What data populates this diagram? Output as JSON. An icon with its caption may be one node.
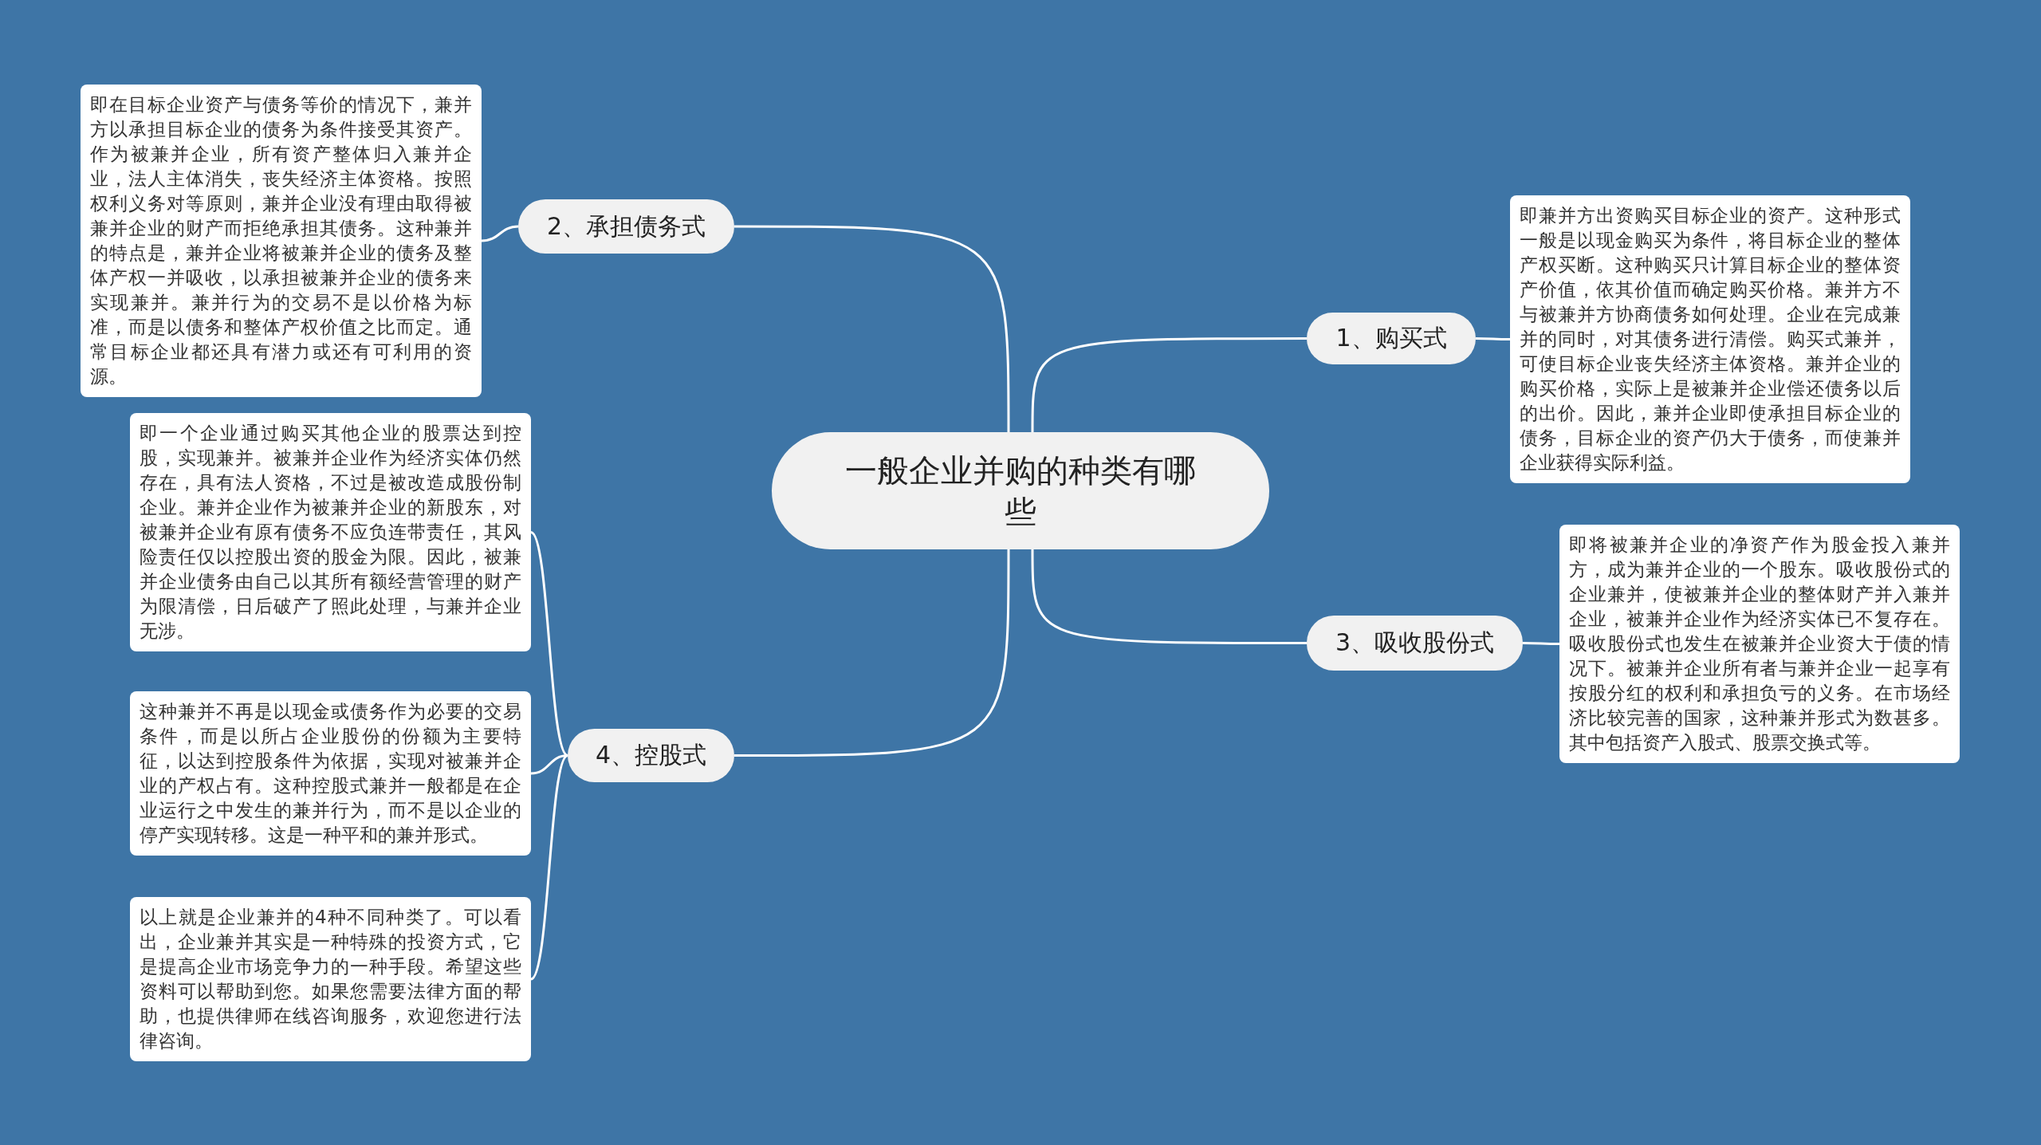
{
  "diagram": {
    "nodes": [
      {
        "text": [
          "一般企业并购的种类有哪些"
        ]
      },
      {
        "text": [
          "1、购买式"
        ]
      },
      {
        "text": [
          "即兼并方出资购买目标企业的资产。这种形式一般是以现金购买为条件，将目标企业的整体产权买断。这种购买只计算目标企业的整体资产价值，依其价值而确定购买价格。兼并方不与被兼并方协商债务如何处理。企业在完成兼并的同时，对其债务进行清偿。购买式兼并，可使目标企业丧失经济主体资格。兼并企业的购买价格，实际上是被兼并企业偿还债务以后的出价。因此，兼并企业即使承担目标企业的债务，目标企业的资产仍大于债务，而使兼并企业获得实际利益。"
        ]
      },
      {
        "text": [
          "2、承担债务式"
        ]
      },
      {
        "text": [
          "即在目标企业资产与债务等价的情况下，兼并方以承担目标企业的债务为条件接受其资产。作为被兼并企业，所有资产整体归入兼并企业，法人主体消失，丧失经济主体资格。按照权利义务对等原则，兼并企业没有理由取得被兼并企业的财产而拒绝承担其债务。这种兼并的特点是，兼并企业将被兼并企业的债务及整体产权一并吸收，以承担被兼并企业的债务来实现兼并。兼并行为的交易不是以价格为标准，而是以债务和整体产权价值之比而定。通常目标企业都还具有潜力或还有可利用的资源。"
        ]
      },
      {
        "text": [
          "3、吸收股份式"
        ]
      },
      {
        "text": [
          "即将被兼并企业的净资产作为股金投入兼并方，成为兼并企业的一个股东。吸收股份式的企业兼并，使被兼并企业的整体财产并入兼并企业，被兼并企业作为经济实体已不复存在。吸收股份式也发生在被兼并企业资大于债的情况下。被兼并企业所有者与兼并企业一起享有按股分红的权利和承担负亏的义务。在市场经济比较完善的国家，这种兼并形式为数甚多。其中包括资产入股式、股票交换式等。"
        ]
      },
      {
        "text": [
          "4、控股式"
        ]
      },
      {
        "text": [
          "即一个企业通过购买其他企业的股票达到控股，实现兼并。被兼并企业作为经济实体仍然存在，具有法人资格，不过是被改造成股份制企业。兼并企业作为被兼并企业的新股东，对被兼并企业有原有债务不应负连带责任，其风险责任仅以控股出资的股金为限。因此，被兼并企业债务由自己以其所有额经营管理的财产为限清偿，日后破产了照此处理，与兼并企业无涉。"
        ]
      },
      {
        "text": [
          "这种兼并不再是以现金或债务作为必要的交易条件，而是以所占企业股份的份额为主要特征，以达到控股条件为依据，实现对被兼并企业的产权占有。这种控股式兼并一般都是在企业运行之中发生的兼并行为，而不是以企业的停产实现转移。这是一种平和的兼并形式。"
        ]
      },
      {
        "text": [
          "以上就是企业兼并的4种不同种类了。可以看出，企业兼并其实是一种特殊的投资方式，它是提高企业市场竞争力的一种手段。希望这些资料可以帮助到您。如果您需要法律方面的帮助，也提供律师在线咨询服务，欢迎您进行法律咨询。"
        ]
      }
    ],
    "edges": [
      {
        "from": 0,
        "to": 1,
        "arrow": "none"
      },
      {
        "from": 1,
        "to": 2,
        "arrow": "none"
      },
      {
        "from": 0,
        "to": 3,
        "arrow": "none"
      },
      {
        "from": 3,
        "to": 4,
        "arrow": "none"
      },
      {
        "from": 0,
        "to": 5,
        "arrow": "none"
      },
      {
        "from": 5,
        "to": 6,
        "arrow": "none"
      },
      {
        "from": 0,
        "to": 7,
        "arrow": "none"
      },
      {
        "from": 7,
        "to": 8,
        "arrow": "none"
      },
      {
        "from": 7,
        "to": 9,
        "arrow": "none"
      },
      {
        "from": 7,
        "to": 10,
        "arrow": "none"
      }
    ]
  }
}
